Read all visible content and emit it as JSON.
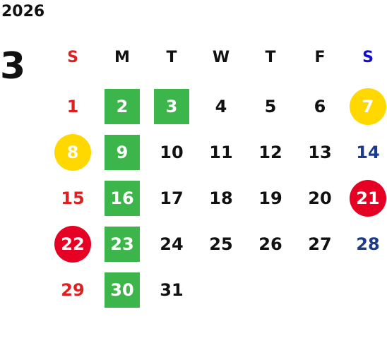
{
  "year": "2026",
  "month": "3",
  "weekdays": [
    "S",
    "M",
    "T",
    "W",
    "T",
    "F",
    "S"
  ],
  "colors": {
    "sunday": "#e02020",
    "saturday": "#1a3a8c",
    "saturday_header": "#1010d0",
    "green_square": "#3cb54a",
    "yellow_circle": "#ffd800",
    "red_circle": "#e60023",
    "text": "#111111"
  },
  "weeks": [
    [
      {
        "day": "1",
        "style": "plain"
      },
      {
        "day": "2",
        "style": "green"
      },
      {
        "day": "3",
        "style": "green"
      },
      {
        "day": "4",
        "style": "plain"
      },
      {
        "day": "5",
        "style": "plain"
      },
      {
        "day": "6",
        "style": "plain"
      },
      {
        "day": "7",
        "style": "yellow"
      }
    ],
    [
      {
        "day": "8",
        "style": "yellow"
      },
      {
        "day": "9",
        "style": "green"
      },
      {
        "day": "10",
        "style": "plain"
      },
      {
        "day": "11",
        "style": "plain"
      },
      {
        "day": "12",
        "style": "plain"
      },
      {
        "day": "13",
        "style": "plain"
      },
      {
        "day": "14",
        "style": "plain"
      }
    ],
    [
      {
        "day": "15",
        "style": "plain"
      },
      {
        "day": "16",
        "style": "green"
      },
      {
        "day": "17",
        "style": "plain"
      },
      {
        "day": "18",
        "style": "plain"
      },
      {
        "day": "19",
        "style": "plain"
      },
      {
        "day": "20",
        "style": "plain"
      },
      {
        "day": "21",
        "style": "red"
      }
    ],
    [
      {
        "day": "22",
        "style": "red"
      },
      {
        "day": "23",
        "style": "green"
      },
      {
        "day": "24",
        "style": "plain"
      },
      {
        "day": "25",
        "style": "plain"
      },
      {
        "day": "26",
        "style": "plain"
      },
      {
        "day": "27",
        "style": "plain"
      },
      {
        "day": "28",
        "style": "plain"
      }
    ],
    [
      {
        "day": "29",
        "style": "plain"
      },
      {
        "day": "30",
        "style": "green"
      },
      {
        "day": "31",
        "style": "plain"
      }
    ]
  ]
}
